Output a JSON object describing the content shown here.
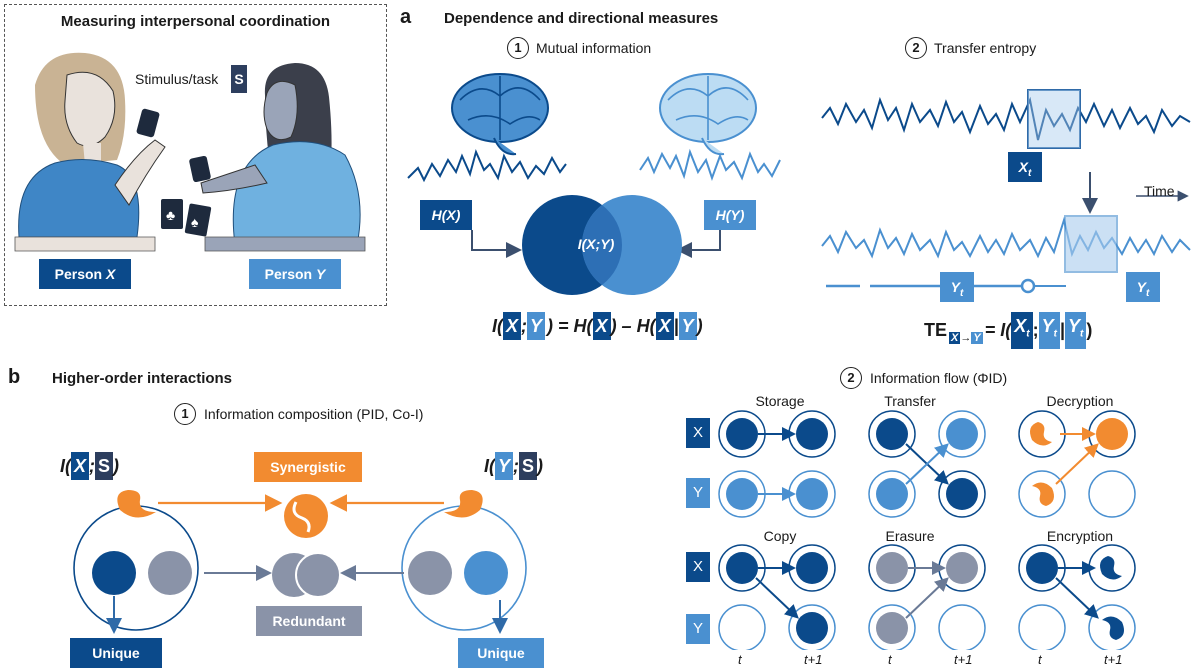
{
  "intro": {
    "title": "Measuring interpersonal coordination",
    "stimulus_label": "Stimulus/task",
    "stimulus_symbol": "S",
    "person_x_prefix": "Person ",
    "person_x_var": "X",
    "person_y_prefix": "Person ",
    "person_y_var": "Y"
  },
  "panel_a": {
    "letter": "a",
    "title": "Dependence and directional measures",
    "mi": {
      "number": "1",
      "title": "Mutual information",
      "hx": "H(X)",
      "hy": "H(Y)",
      "ixy": "I(X;Y)",
      "formula": {
        "lhs": "I(",
        "x": "X",
        "sep": ";",
        "y": "Y",
        "mid": ") = H(",
        "x2": "X",
        "minus": ") – H(",
        "x3": "X",
        "bar": "|",
        "y2": "Y",
        "end": ")"
      }
    },
    "te": {
      "number": "2",
      "title": "Transfer entropy",
      "xt": "X",
      "xt_sub": "t",
      "yt_past": "Y",
      "yt_past_sub": "t",
      "yt": "Y",
      "yt_sub": "t",
      "time_label": "Time",
      "formula": {
        "te": "TE",
        "sub_x": "X",
        "arrow": "→",
        "sub_y": "Y",
        "eq": "= I(",
        "x": "X",
        "x_sub": "t",
        "sep": ";",
        "y": "Y",
        "y_sub": "t",
        "bar": "|",
        "y2": "Y",
        "y2_sub": "t",
        "end": ")"
      }
    }
  },
  "panel_b": {
    "letter": "b",
    "title": "Higher-order interactions",
    "pid": {
      "number": "1",
      "title": "Information composition (PID, Co-I)",
      "ixs": {
        "lhs": "I(",
        "x": "X",
        "sep": ";",
        "s": "S",
        "end": ")"
      },
      "iys": {
        "lhs": "I(",
        "y": "Y",
        "sep": ";",
        "s": "S",
        "end": ")"
      },
      "synergistic": "Synergistic",
      "redundant": "Redundant",
      "unique_left": "Unique",
      "unique_right": "Unique"
    },
    "flow": {
      "number": "2",
      "title": "Information flow (ΦID)",
      "row_x": "X",
      "row_y": "Y",
      "modes": [
        "Storage",
        "Transfer",
        "Decryption",
        "Copy",
        "Erasure",
        "Encryption"
      ],
      "axis_t": "t",
      "axis_t1": "t+1"
    }
  },
  "colors": {
    "dark_blue": "#0b4a8b",
    "mid_blue": "#4a90d0",
    "light_blue": "#a9cdee",
    "orange": "#f28b30",
    "gray": "#8a93a8",
    "slate": "#2d3e5e"
  }
}
